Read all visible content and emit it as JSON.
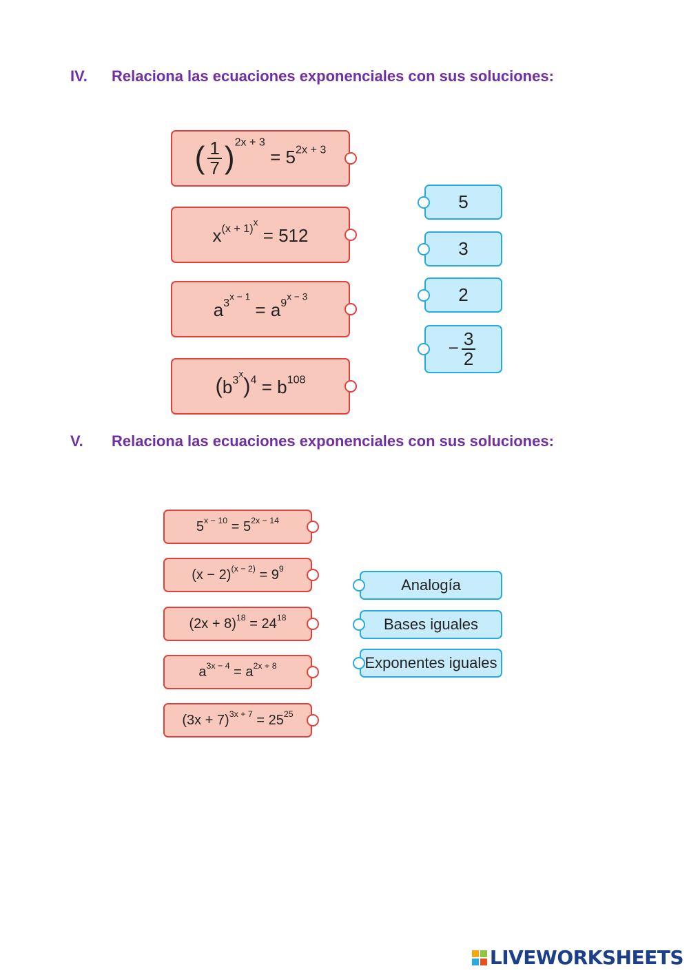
{
  "section_iv": {
    "number": "IV.",
    "title": "Relaciona las ecuaciones exponenciales con sus soluciones:",
    "solutions": [
      "5",
      "3",
      "2"
    ],
    "neg_fraction": {
      "sign": "−",
      "num": "3",
      "den": "2"
    }
  },
  "section_v": {
    "number": "V.",
    "title": "Relaciona las ecuaciones exponenciales con sus soluciones:",
    "methods": [
      "Analogía",
      "Bases iguales",
      "Exponentes iguales"
    ]
  },
  "watermark": {
    "text": "LIVEWORKSHEETS",
    "colors": [
      "#f7a70a",
      "#8dc63f",
      "#27a9e1",
      "#e94e1b"
    ]
  },
  "colors": {
    "heading": "#7030a0",
    "equation_fill": "#f8c8bd",
    "equation_border": "#e0423b",
    "solution_fill": "#c7ecfb",
    "solution_border": "#27a9e1"
  }
}
